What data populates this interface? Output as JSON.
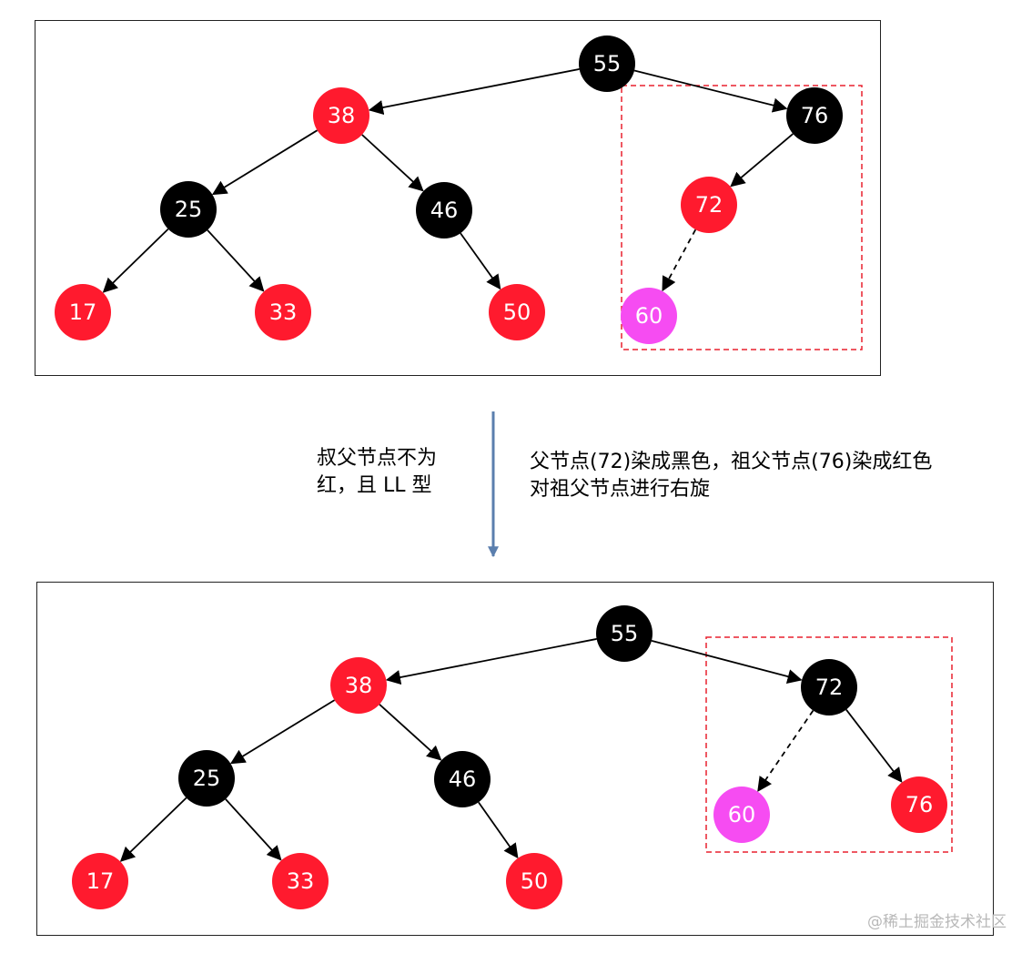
{
  "colors": {
    "black_node": "#000000",
    "red_node": "#ff1a2e",
    "inserted_node": "#f64cf2",
    "highlight_box": "#e8202e",
    "transition_arrow": "#5b7fae",
    "edge": "#000000"
  },
  "diagrams": [
    {
      "id": "before",
      "nodes": [
        {
          "id": "n55",
          "label": "55",
          "color": "black"
        },
        {
          "id": "n38",
          "label": "38",
          "color": "red"
        },
        {
          "id": "n76",
          "label": "76",
          "color": "black"
        },
        {
          "id": "n25",
          "label": "25",
          "color": "black"
        },
        {
          "id": "n46",
          "label": "46",
          "color": "black"
        },
        {
          "id": "n72",
          "label": "72",
          "color": "red"
        },
        {
          "id": "n17",
          "label": "17",
          "color": "red"
        },
        {
          "id": "n33",
          "label": "33",
          "color": "red"
        },
        {
          "id": "n50",
          "label": "50",
          "color": "red"
        },
        {
          "id": "n60",
          "label": "60",
          "color": "inserted"
        }
      ],
      "edges": [
        {
          "from": "n55",
          "to": "n38",
          "style": "solid"
        },
        {
          "from": "n55",
          "to": "n76",
          "style": "solid"
        },
        {
          "from": "n38",
          "to": "n25",
          "style": "solid"
        },
        {
          "from": "n38",
          "to": "n46",
          "style": "solid"
        },
        {
          "from": "n25",
          "to": "n17",
          "style": "solid"
        },
        {
          "from": "n25",
          "to": "n33",
          "style": "solid"
        },
        {
          "from": "n46",
          "to": "n50",
          "style": "solid"
        },
        {
          "from": "n76",
          "to": "n72",
          "style": "solid"
        },
        {
          "from": "n72",
          "to": "n60",
          "style": "dashed"
        }
      ]
    },
    {
      "id": "after",
      "nodes": [
        {
          "id": "n55",
          "label": "55",
          "color": "black"
        },
        {
          "id": "n38",
          "label": "38",
          "color": "red"
        },
        {
          "id": "n72",
          "label": "72",
          "color": "black"
        },
        {
          "id": "n25",
          "label": "25",
          "color": "black"
        },
        {
          "id": "n46",
          "label": "46",
          "color": "black"
        },
        {
          "id": "n60",
          "label": "60",
          "color": "inserted"
        },
        {
          "id": "n76",
          "label": "76",
          "color": "red"
        },
        {
          "id": "n17",
          "label": "17",
          "color": "red"
        },
        {
          "id": "n33",
          "label": "33",
          "color": "red"
        },
        {
          "id": "n50",
          "label": "50",
          "color": "red"
        }
      ],
      "edges": [
        {
          "from": "n55",
          "to": "n38",
          "style": "solid"
        },
        {
          "from": "n55",
          "to": "n72",
          "style": "solid"
        },
        {
          "from": "n38",
          "to": "n25",
          "style": "solid"
        },
        {
          "from": "n38",
          "to": "n46",
          "style": "solid"
        },
        {
          "from": "n25",
          "to": "n17",
          "style": "solid"
        },
        {
          "from": "n25",
          "to": "n33",
          "style": "solid"
        },
        {
          "from": "n46",
          "to": "n50",
          "style": "solid"
        },
        {
          "from": "n72",
          "to": "n60",
          "style": "dashed"
        },
        {
          "from": "n72",
          "to": "n76",
          "style": "solid"
        }
      ]
    }
  ],
  "notes": {
    "case": [
      "叔父节点不为",
      "红，且 LL 型"
    ],
    "action": [
      "父节点(72)染成黑色，祖父节点(76)染成红色",
      "对祖父节点进行右旋"
    ]
  },
  "watermark": "@稀土掘金技术社区"
}
